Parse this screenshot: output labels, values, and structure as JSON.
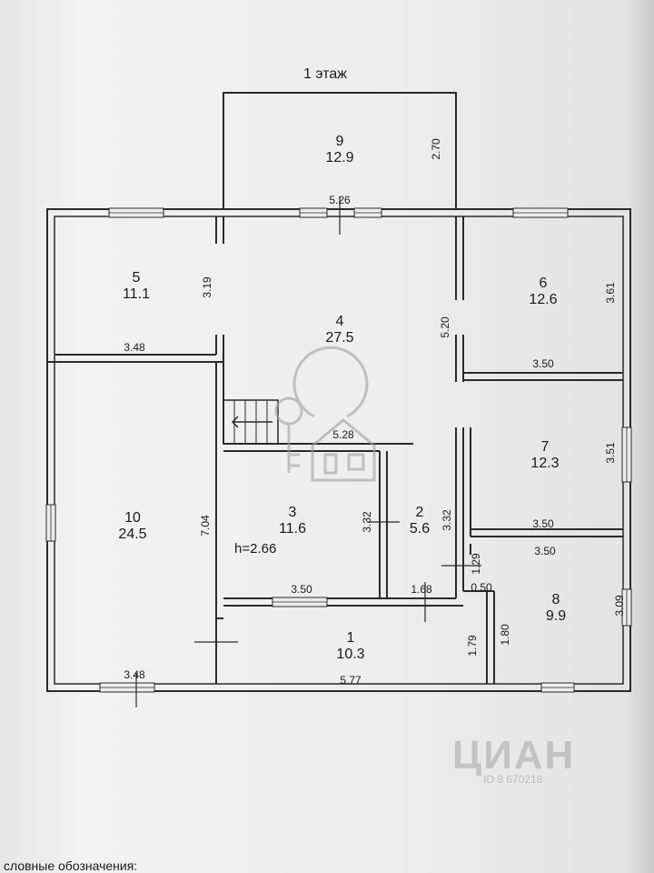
{
  "plan": {
    "title": "1 этаж",
    "legend_label": "словные обозначения:",
    "height_note": "h=2.66",
    "rooms": [
      {
        "id": "1",
        "num": "1",
        "area": "10.3"
      },
      {
        "id": "2",
        "num": "2",
        "area": "5.6"
      },
      {
        "id": "3",
        "num": "3",
        "area": "11.6"
      },
      {
        "id": "4",
        "num": "4",
        "area": "27.5"
      },
      {
        "id": "5",
        "num": "5",
        "area": "11.1"
      },
      {
        "id": "6",
        "num": "6",
        "area": "12.6"
      },
      {
        "id": "7",
        "num": "7",
        "area": "12.3"
      },
      {
        "id": "8",
        "num": "8",
        "area": "9.9"
      },
      {
        "id": "9",
        "num": "9",
        "area": "12.9"
      },
      {
        "id": "10",
        "num": "10",
        "area": "24.5"
      }
    ],
    "dimensions": {
      "d_9_v": "2.70",
      "d_526": "5.26",
      "d_5_v": "3.19",
      "d_5_h": "3.48",
      "d_4_v": "5.20",
      "d_6_v": "3.61",
      "d_6_h": "3.50",
      "d_528": "5.28",
      "d_7_v": "3.51",
      "d_7_h": "3.50",
      "d_10_v": "7.04",
      "d_3_v": "3.32",
      "d_2_v": "3.32",
      "d_8_top": "3.50",
      "d_129": "1.29",
      "d_050": "0.50",
      "d_3_h": "3.50",
      "d_168": "1.68",
      "d_8_v": "3.09",
      "d_180": "1.80",
      "d_179": "1.79",
      "d_10_h": "3.48",
      "d_577": "5.77"
    }
  },
  "watermark": {
    "brand": "ЦИАН",
    "id_text": "ID 8 670218"
  },
  "colors": {
    "wall": "#2a2a2a",
    "paper": "#ececec",
    "watermark": "#9a9a9a"
  }
}
